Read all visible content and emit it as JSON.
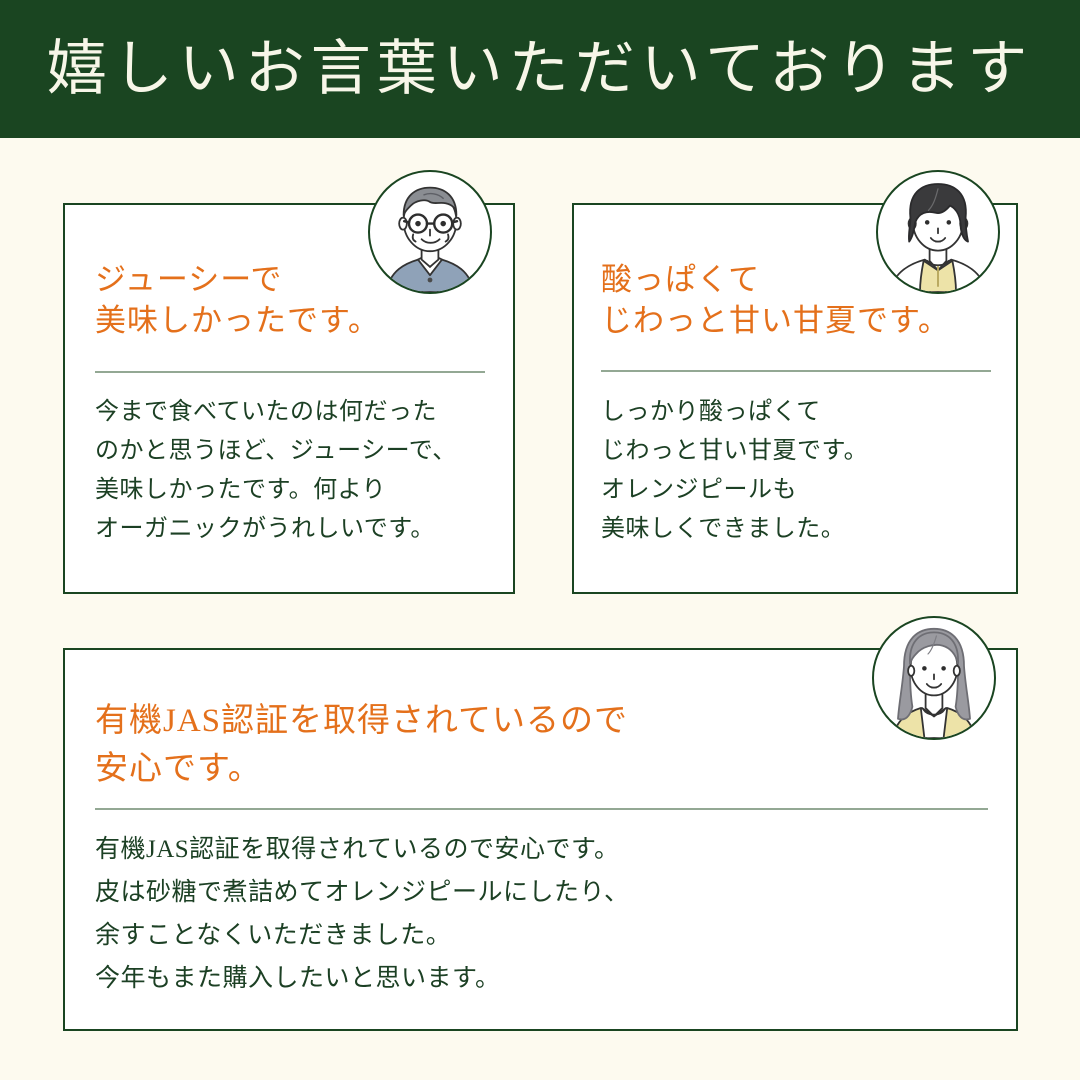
{
  "page": {
    "background_color": "#FDFAEF",
    "accent_orange": "#E4701B",
    "dark_green": "#1A4521",
    "body_green": "#1C4024",
    "divider_sage": "#93A894"
  },
  "header": {
    "title": "嬉しいお言葉いただいております",
    "background_color": "#1A4521",
    "text_color": "#F7F6E8"
  },
  "testimonials": [
    {
      "id": "card-1",
      "headline": "ジューシーで\n美味しかったです。",
      "body": "今まで食べていたのは何だった\nのかと思うほど、ジューシーで、\n美味しかったです。何より\nオーガニックがうれしいです。",
      "avatar": {
        "name": "elderly-man-glasses-avatar",
        "hair_color": "#8A8D92",
        "clothing_color": "#8FA2B8",
        "skin_color": "#FFFFFF"
      }
    },
    {
      "id": "card-2",
      "headline": "酸っぱくて\nじわっと甘い甘夏です。",
      "body": "しっかり酸っぱくて\nじわっと甘い甘夏です。\nオレンジピールも\n美味しくできました。",
      "avatar": {
        "name": "woman-short-bob-avatar",
        "hair_color": "#3A3A3C",
        "clothing_color": "#EDE3A8",
        "skin_color": "#FFFFFF"
      }
    },
    {
      "id": "card-3",
      "headline": "有機JAS認証を取得されているので\n安心です。",
      "body": "有機JAS認証を取得されているので安心です。\n皮は砂糖で煮詰めてオレンジピールにしたり、\n余すことなくいただきました。\n今年もまた購入したいと思います。",
      "avatar": {
        "name": "woman-long-grey-hair-avatar",
        "hair_color": "#9A9AA0",
        "clothing_color": "#EDE3A8",
        "skin_color": "#FFFFFF"
      }
    }
  ]
}
